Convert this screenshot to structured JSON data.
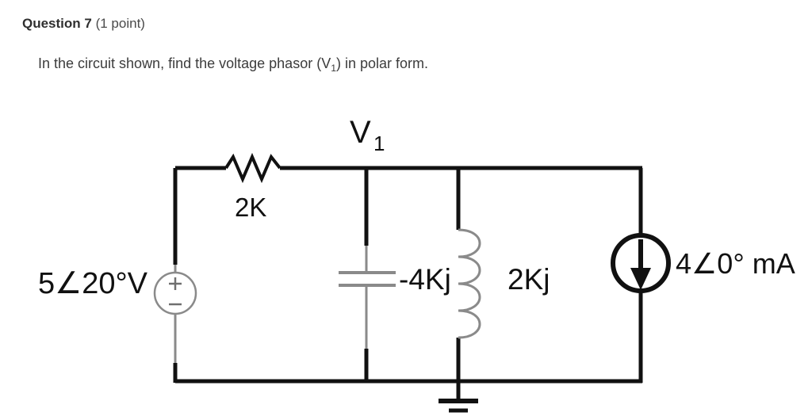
{
  "header": {
    "question_label": "Question 7",
    "points": "(1 point)"
  },
  "prompt": {
    "text_before": "In the circuit shown, find the voltage phasor (V",
    "subscript": "1",
    "text_after": ") in polar form."
  },
  "circuit": {
    "node_label": "V",
    "node_label_sub": "1",
    "resistor_label": "2K",
    "capacitor_label": "-4Kj",
    "inductor_label": "2Kj",
    "voltage_source_label": "5∠20°V",
    "voltage_source_plus": "+",
    "voltage_source_minus": "–",
    "current_source_label": "4∠0° mA",
    "ground_name": "ground-symbol"
  },
  "icons": {
    "resistor": "resistor-icon",
    "capacitor": "capacitor-icon",
    "inductor": "inductor-icon",
    "voltage_source": "voltage-source-icon",
    "current_source": "current-source-icon",
    "current_arrow": "down-arrow-icon",
    "ground": "ground-icon"
  },
  "colors": {
    "wire": "#111111",
    "light_wire": "#8a8a8a",
    "text": "#3c3c3c",
    "heading": "#2f2f2f",
    "background": "#ffffff"
  }
}
